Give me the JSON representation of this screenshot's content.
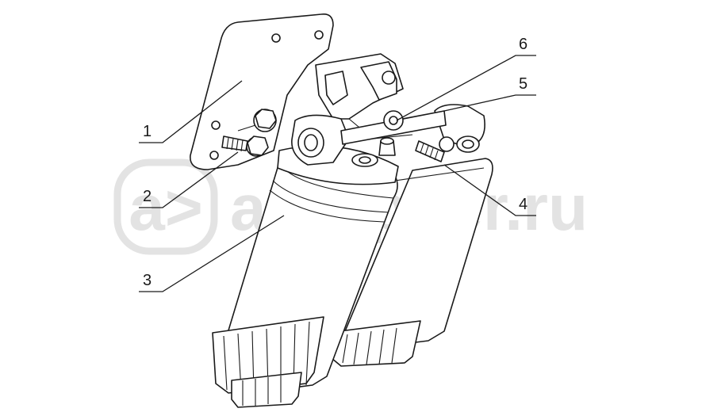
{
  "callouts": [
    {
      "label": "1"
    },
    {
      "label": "2"
    },
    {
      "label": "3"
    },
    {
      "label": "4"
    },
    {
      "label": "5"
    },
    {
      "label": "6"
    }
  ],
  "watermark": {
    "logo_glyph": "a>",
    "text": "autopiter.ru",
    "color": "#e2e2e2"
  },
  "colors": {
    "line": "#1a1a1a",
    "background": "#ffffff"
  }
}
